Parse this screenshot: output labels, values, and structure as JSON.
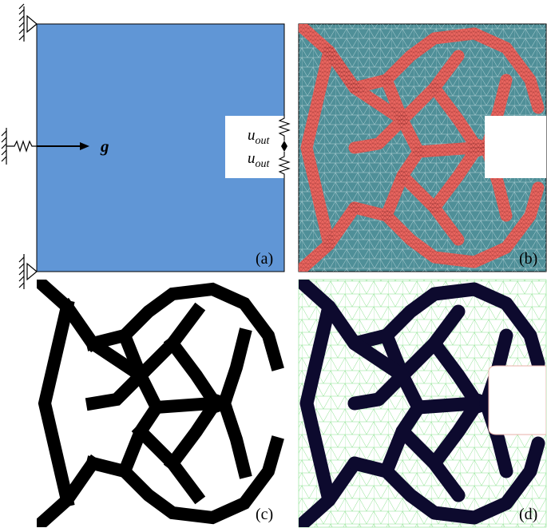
{
  "panels": {
    "a": {
      "label": "(a)",
      "load_symbol": "g",
      "output_base": "u",
      "output_sub": "out",
      "colors": {
        "domain": "#6096d6",
        "void": "#ffffff"
      }
    },
    "b": {
      "label": "(b)",
      "colors": {
        "background": "#4f8f98",
        "material": "#e9655f",
        "mesh_bg": "#b9d6da",
        "mesh_mat": "#7a2424"
      }
    },
    "c": {
      "label": "(c)",
      "colors": {
        "background": "#ffffff",
        "material": "#000000"
      }
    },
    "d": {
      "label": "(d)",
      "colors": {
        "background": "#ffffff",
        "material": "#0d0a2e",
        "mesh": "#86e08a"
      }
    }
  }
}
